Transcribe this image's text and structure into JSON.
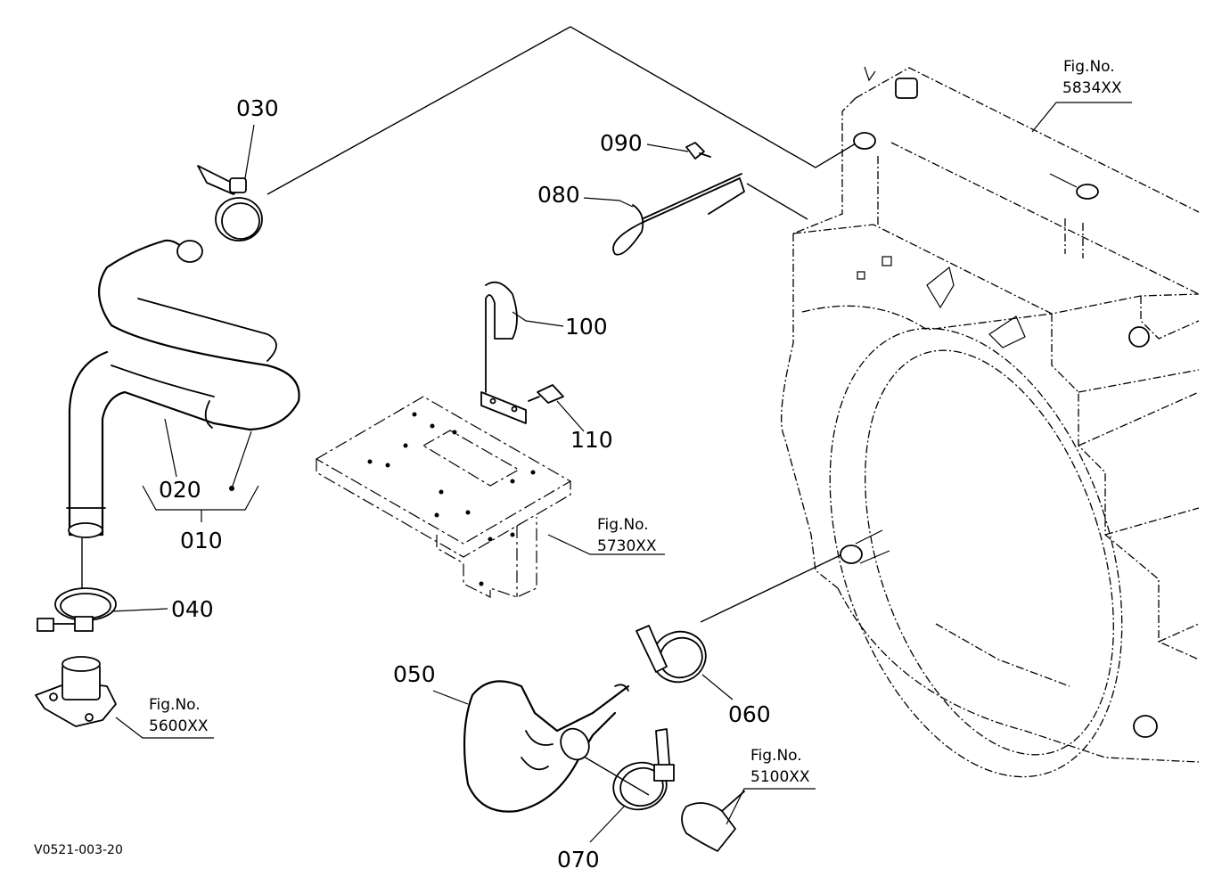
{
  "parts": {
    "p010": "010",
    "p020": "020",
    "p030": "030",
    "p040": "040",
    "p050": "050",
    "p060": "060",
    "p070": "070",
    "p080": "080",
    "p090": "090",
    "p100": "100",
    "p110": "110"
  },
  "fig_refs": {
    "f5834_label": "Fig.No.",
    "f5834_num": "5834XX",
    "f5730_label": "Fig.No.",
    "f5730_num": "5730XX",
    "f5600_label": "Fig.No.",
    "f5600_num": "5600XX",
    "f5100_label": "Fig.No.",
    "f5100_num": "5100XX"
  },
  "diagram_code": "V0521-003-20"
}
